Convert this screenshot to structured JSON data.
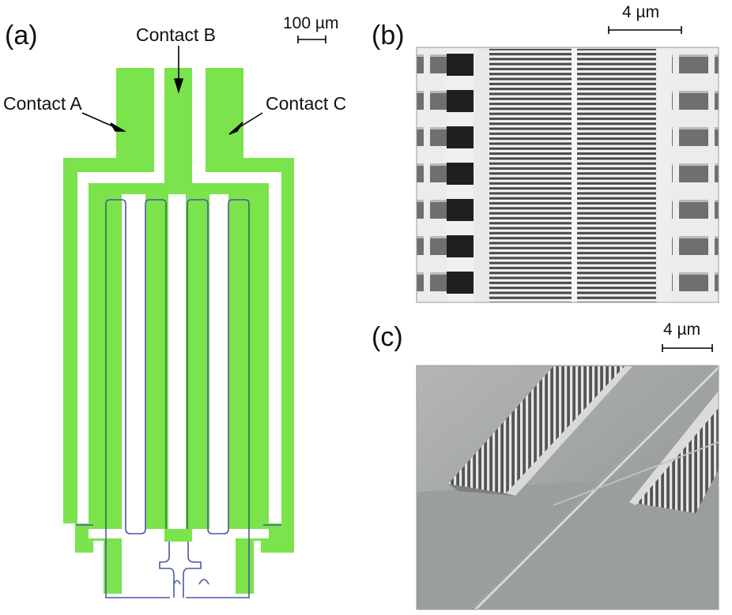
{
  "panels": {
    "a": {
      "letter": "(a)",
      "scale_label": "100 µm",
      "contacts": {
        "a": "Contact A",
        "b": "Contact B",
        "c": "Contact C"
      },
      "fill_color": "#7be34c",
      "wire_color": "#4a5aa0"
    },
    "b": {
      "letter": "(b)",
      "scale_label": "4 µm"
    },
    "c": {
      "letter": "(c)",
      "scale_label": "4 µm"
    }
  }
}
